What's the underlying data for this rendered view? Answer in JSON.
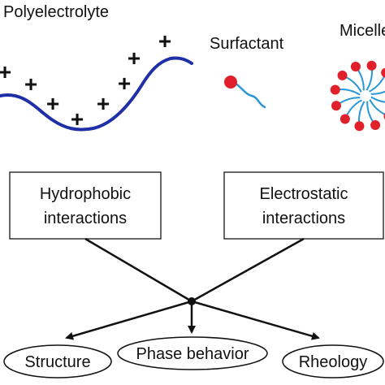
{
  "labels": {
    "polyelectrolyte": "Polyelectrolyte",
    "surfactant": "Surfactant",
    "micelle": "Micelle"
  },
  "boxes": {
    "hydrophobic": [
      "Hydrophobic",
      "interactions"
    ],
    "electrostatic": [
      "Electrostatic",
      "interactions"
    ]
  },
  "outcomes": {
    "structure": "Structure",
    "phase_behavior": "Phase behavior",
    "rheology": "Rheology"
  },
  "plus_sign": "+",
  "colors": {
    "chain": "#1f2fa8",
    "head": "#e0202a",
    "tail": "#2a97d6",
    "line": "#111111"
  }
}
